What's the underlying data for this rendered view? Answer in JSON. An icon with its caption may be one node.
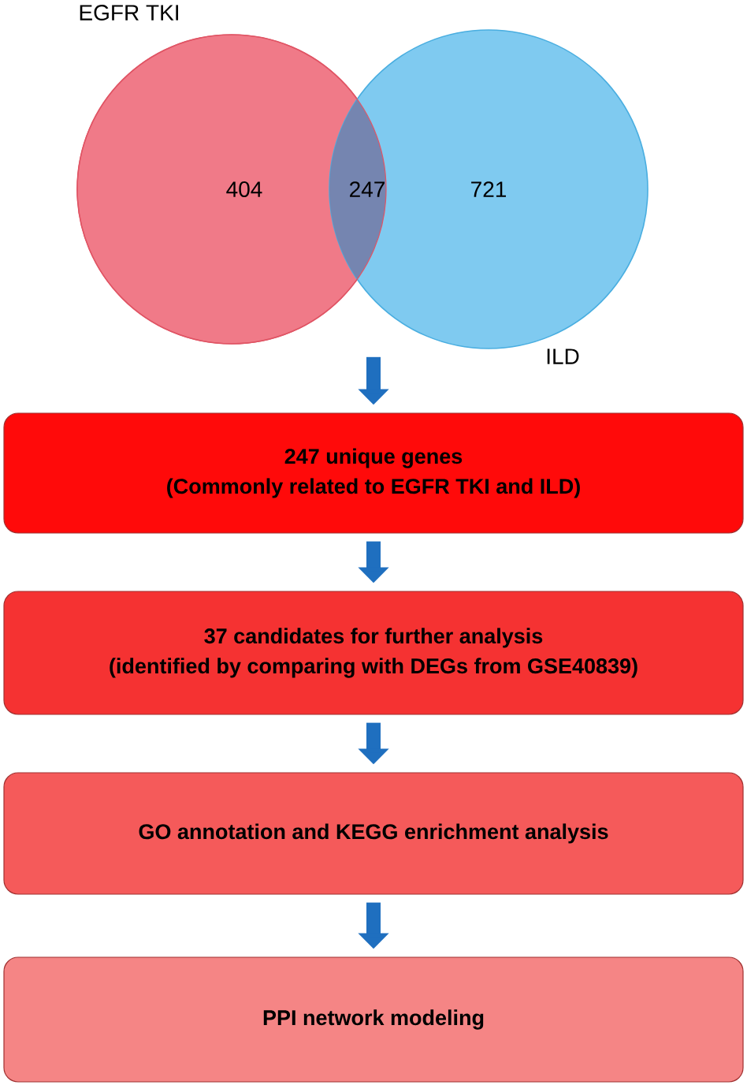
{
  "diagram": {
    "nodes": [
      {
        "text": [
          "EGFR TKI",
          "404"
        ]
      },
      {
        "text": [
          "ILD",
          "721"
        ]
      },
      {
        "text": [
          "247 unique genes",
          "(Commonly related to EGFR TKI and ILD)"
        ]
      },
      {
        "text": [
          "37 candidates for further analysis",
          "(identified by comparing with DEGs from GSE40839)"
        ]
      },
      {
        "text": [
          "GO annotation and KEGG enrichment analysis"
        ]
      },
      {
        "text": [
          "PPI network modeling"
        ]
      }
    ],
    "edges": [
      {
        "from": 1,
        "to": 2,
        "arrow": "to"
      },
      {
        "from": 2,
        "to": 3,
        "arrow": "to"
      },
      {
        "from": 3,
        "to": 4,
        "arrow": "to"
      },
      {
        "from": 4,
        "to": 5,
        "arrow": "to"
      }
    ],
    "labels": [
      "247"
    ]
  }
}
